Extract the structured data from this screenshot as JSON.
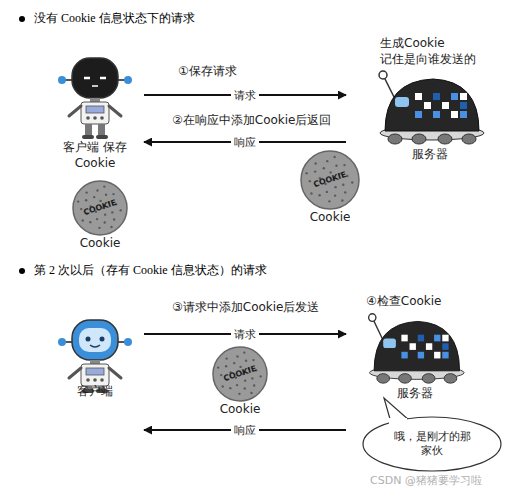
{
  "diagram": {
    "nodes": [
      {
        "text": [
          "客户端 保存Cookie"
        ]
      },
      {
        "text": [
          "生成Cookie 记住是向谁发送的",
          "服务器"
        ]
      },
      {
        "text": [
          "COOKIE",
          "Cookie"
        ]
      },
      {
        "text": [
          "COOKIE",
          "Cookie"
        ]
      },
      {
        "text": [
          "客户端"
        ]
      },
      {
        "text": [
          "④检查Cookie",
          "服务器"
        ]
      },
      {
        "text": [
          "COOKIE",
          "Cookie"
        ]
      },
      {
        "text": [
          "哦，是刚才的那家伙"
        ]
      }
    ],
    "edges": [
      {
        "from": 0,
        "to": 1,
        "label": "请求",
        "arrow": "to"
      },
      {
        "from": 1,
        "to": 0,
        "label": "响应",
        "arrow": "to"
      },
      {
        "from": 4,
        "to": 5,
        "label": "请求",
        "arrow": "to"
      },
      {
        "from": 5,
        "to": 4,
        "label": "响应",
        "arrow": "to"
      }
    ],
    "labels": [
      "没有 Cookie 信息状态下的请求",
      "①保存请求",
      "②在响应中添加Cookie后返回",
      "第 2 次以后（存有 Cookie 信息状态）的请求",
      "③请求中添加Cookie后发送",
      "CSDN @猪猪要学习啦"
    ]
  }
}
